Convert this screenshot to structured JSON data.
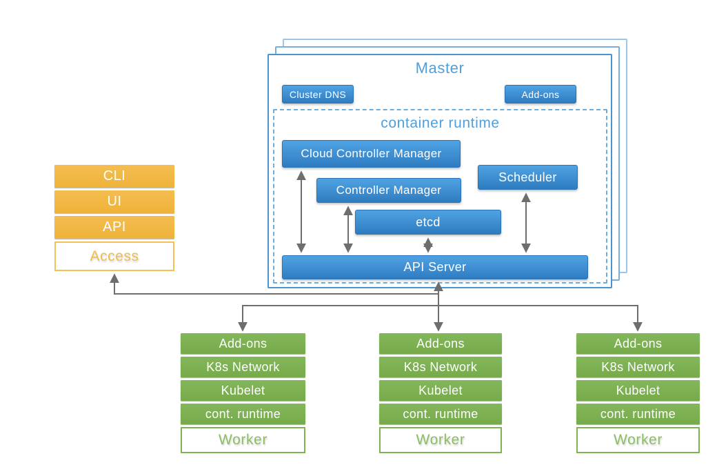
{
  "master": {
    "title": "Master",
    "buttons": {
      "cluster_dns": "Cluster DNS",
      "addons": "Add-ons"
    },
    "runtime": {
      "title": "container runtime",
      "cloud_controller_manager": "Cloud Controller Manager",
      "controller_manager": "Controller Manager",
      "scheduler": "Scheduler",
      "etcd": "etcd",
      "api_server": "API Server"
    }
  },
  "access": {
    "items": [
      "CLI",
      "UI",
      "API"
    ],
    "base": "Access"
  },
  "workers": [
    {
      "items": [
        "Add-ons",
        "K8s Network",
        "Kubelet",
        "cont. runtime"
      ],
      "base": "Worker"
    },
    {
      "items": [
        "Add-ons",
        "K8s Network",
        "Kubelet",
        "cont. runtime"
      ],
      "base": "Worker"
    },
    {
      "items": [
        "Add-ons",
        "K8s Network",
        "Kubelet",
        "cont. runtime"
      ],
      "base": "Worker"
    }
  ],
  "colors": {
    "blue_box": "#3e8fd0",
    "blue_accent_text": "#4da0dc",
    "orange_box": "#f2b844",
    "green_box": "#7cb154",
    "connector_gray": "#6e6e6e"
  }
}
